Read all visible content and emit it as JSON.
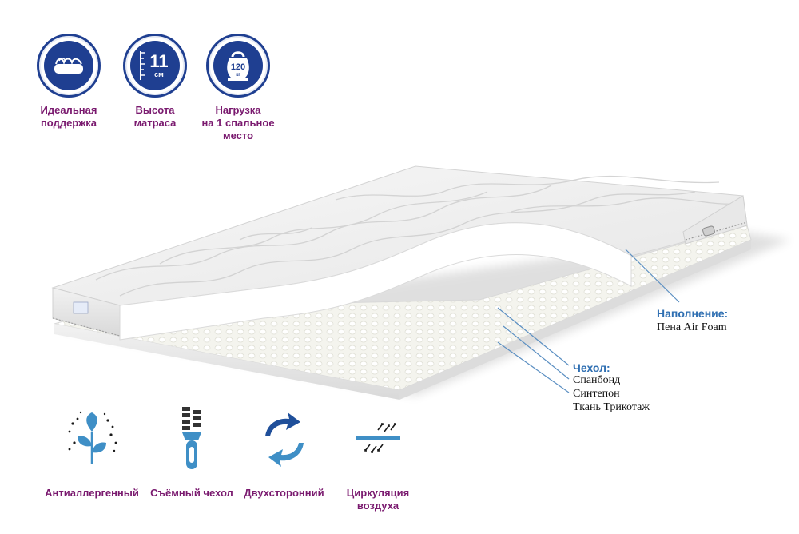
{
  "features_top": [
    {
      "icon": "support-mattress-icon",
      "label_lines": [
        "Идеальная",
        "поддержка"
      ]
    },
    {
      "icon": "height-ruler-icon",
      "value": "11",
      "unit": "см",
      "label_lines": [
        "Высота",
        "матраса"
      ]
    },
    {
      "icon": "weight-kettlebell-icon",
      "value": "120",
      "unit": "кг",
      "label_lines": [
        "Нагрузка",
        "на 1 спальное",
        "место"
      ]
    }
  ],
  "callouts": {
    "filling": {
      "title": "Наполнение:",
      "items": [
        "Пена Air Foam"
      ]
    },
    "cover": {
      "title": "Чехол:",
      "items": [
        "Спанбонд",
        "Синтепон",
        "Ткань Трикотаж"
      ]
    }
  },
  "features_bottom": [
    {
      "icon": "antiallergenic-plant-icon",
      "label_lines": [
        "Антиаллергенный"
      ]
    },
    {
      "icon": "zipper-icon",
      "label_lines": [
        "Съёмный чехол"
      ]
    },
    {
      "icon": "double-sided-arrows-icon",
      "label_lines": [
        "Двухсторонний"
      ]
    },
    {
      "icon": "air-circulation-icon",
      "label_lines": [
        "Циркуляция",
        "воздуха"
      ]
    }
  ],
  "colors": {
    "icon_blue": "#1f3f91",
    "label_purple": "#7a1a6f",
    "callout_blue": "#2f6fb2",
    "light_blue": "#3f8fc6"
  }
}
